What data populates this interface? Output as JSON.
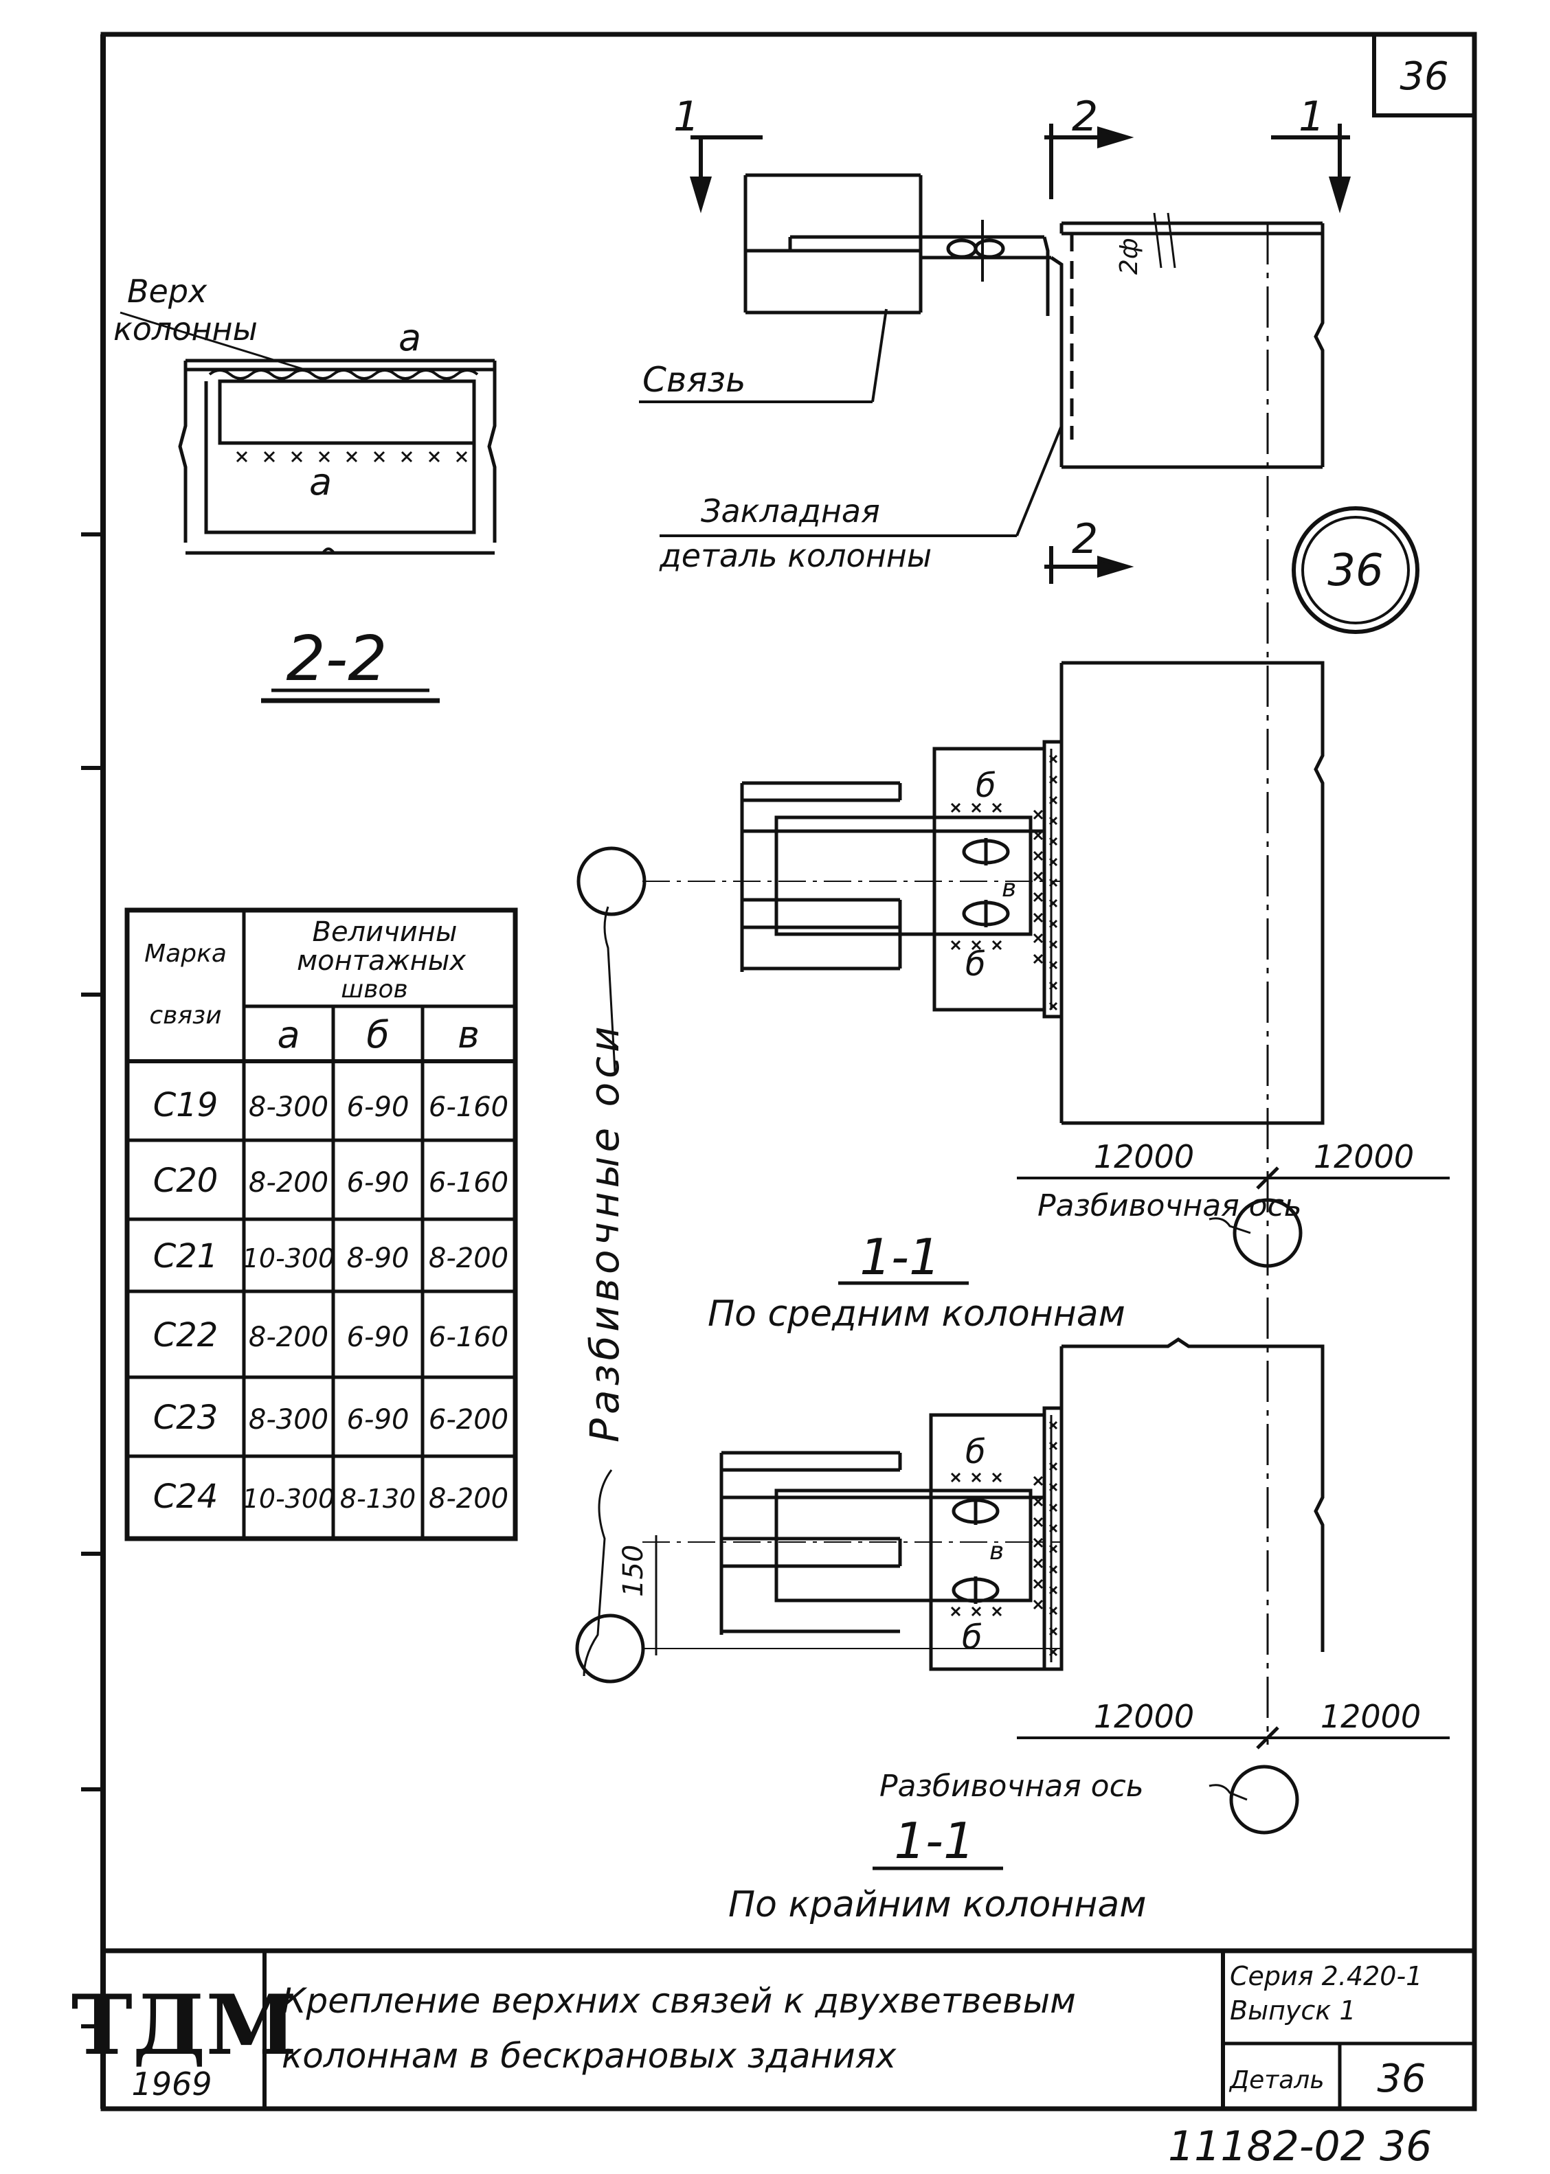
{
  "sheet_number": "36",
  "detail_circle_label": "36",
  "section_marks": {
    "cut1_left": "1",
    "cut2_top": "2",
    "cut1_right": "1",
    "cut2_bottom": "2"
  },
  "top_detail": {
    "weld_note": "2ф",
    "label_link": "Связь",
    "label_embedded_1": "Закладная",
    "label_embedded_2": "деталь колонны"
  },
  "section_2_2": {
    "label_top_1": "Верх",
    "label_top_2": "колонны",
    "weld_a_top": "а",
    "weld_a_bottom": "а",
    "title": "2-2"
  },
  "table": {
    "header_mark_1": "Марка",
    "header_mark_2": "связи",
    "header_group": [
      "Величины",
      "монтажных",
      "швов"
    ],
    "col_a": "а",
    "col_b": "б",
    "col_v": "в",
    "rows": [
      {
        "mark": "С19",
        "a": "8-300",
        "b": "6-90",
        "v": "6-160"
      },
      {
        "mark": "С20",
        "a": "8-200",
        "b": "6-90",
        "v": "6-160"
      },
      {
        "mark": "С21",
        "a": "10-300",
        "b": "8-90",
        "v": "8-200"
      },
      {
        "mark": "С22",
        "a": "8-200",
        "b": "6-90",
        "v": "6-160"
      },
      {
        "mark": "С23",
        "a": "8-300",
        "b": "6-90",
        "v": "6-200"
      },
      {
        "mark": "С24",
        "a": "10-300",
        "b": "8-130",
        "v": "8-200"
      }
    ]
  },
  "axes_label": "Разбивочные оси",
  "middle_section": {
    "weld_b_top": "б",
    "weld_v": "в",
    "weld_b_bottom": "б",
    "dim_left": "12000",
    "dim_right": "12000",
    "axis_label": "Разбивочная ось",
    "title": "1-1",
    "subtitle": "По средним колоннам"
  },
  "edge_section": {
    "weld_b_top": "б",
    "weld_v": "в",
    "weld_b_bottom": "б",
    "dim_offset": "150",
    "dim_left": "12000",
    "dim_right": "12000",
    "axis_label": "Разбивочная ось",
    "title": "1-1",
    "subtitle": "По крайним колоннам"
  },
  "title_block": {
    "logo": "ТДМ",
    "year": "1969",
    "title_line1": "Крепление верхних связей к двухветвевым",
    "title_line2": "колоннам в бескрановых зданиях",
    "series": "Серия 2.420-1",
    "issue": "Выпуск 1",
    "detail_label": "Деталь",
    "detail_number": "36"
  },
  "footer_number": "11182-02 36"
}
